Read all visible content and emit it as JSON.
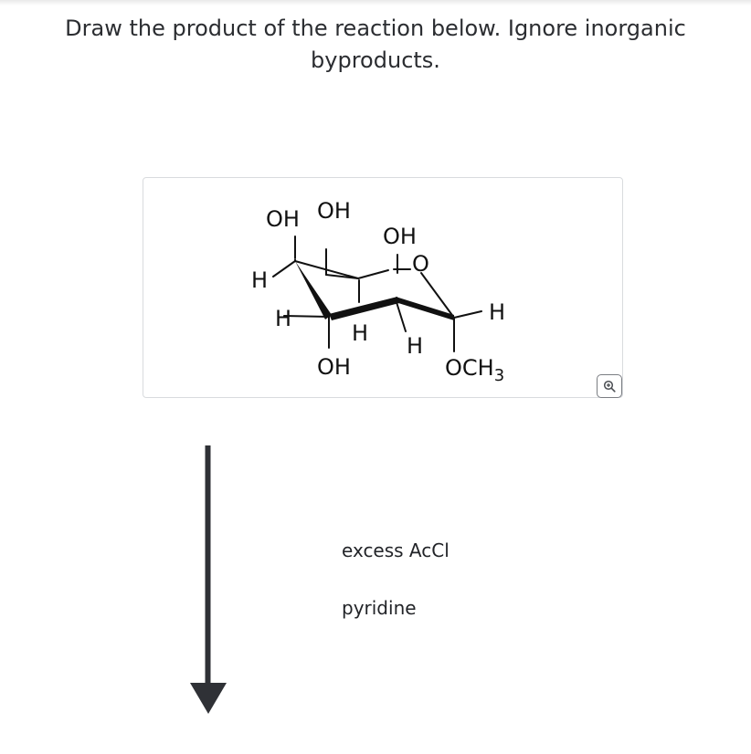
{
  "question": {
    "line1": "Draw the product of the reaction below. Ignore inorganic",
    "line2": "byproducts."
  },
  "molecule": {
    "labels": {
      "oh_top_left": "OH",
      "oh_top_mid": "OH",
      "oh_ring_top": "OH",
      "ring_oxygen": "O",
      "h_left": "H",
      "h_lower_left": "H",
      "h_mid": "H",
      "h_right_lower": "H",
      "h_anomeric": "H",
      "oh_bottom": "OH",
      "och3_main": "OCH",
      "och3_sub": "3"
    }
  },
  "zoom_button": {
    "icon": "zoom-in-icon"
  },
  "reaction": {
    "arrow_color": "#2f3136",
    "reagents": [
      "excess AcCl",
      "pyridine"
    ]
  }
}
